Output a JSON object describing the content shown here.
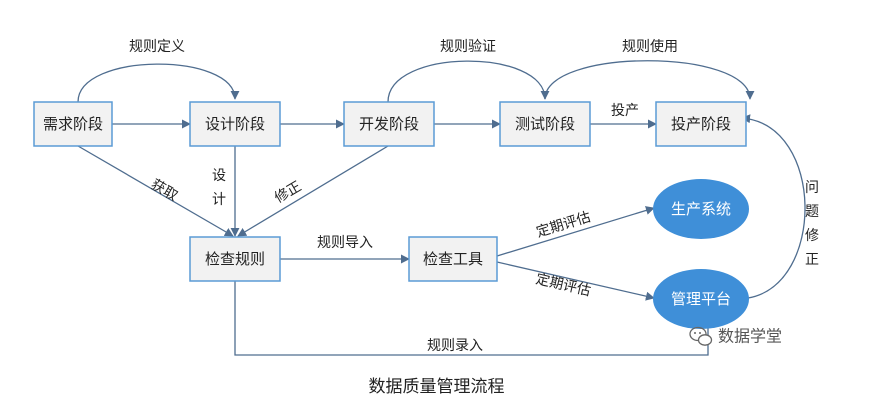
{
  "nodes": {
    "requirements": "需求阶段",
    "design": "设计阶段",
    "development": "开发阶段",
    "testing": "测试阶段",
    "production": "投产阶段",
    "check_rules": "检查规则",
    "check_tools": "检查工具",
    "production_system": "生产系统",
    "management_platform": "管理平台"
  },
  "edges": {
    "rule_definition": "规则定义",
    "rule_verification": "规则验证",
    "rule_usage": "规则使用",
    "go_live": "投产",
    "acquire": "获取",
    "design_v1": "设",
    "design_v2": "计",
    "correct": "修正",
    "rule_import": "规则导入",
    "periodic_eval_1": "定期评估",
    "periodic_eval_2": "定期评估",
    "issue_fix_1": "问",
    "issue_fix_2": "题",
    "issue_fix_3": "修",
    "issue_fix_4": "正",
    "rule_entry": "规则录入"
  },
  "watermark": "数据学堂",
  "caption": "数据质量管理流程",
  "colors": {
    "box_fill": "#f2f2f2",
    "box_border": "#5b9bd5",
    "ellipse_fill": "#3f8fd8",
    "arrow": "#4f6d8f"
  }
}
